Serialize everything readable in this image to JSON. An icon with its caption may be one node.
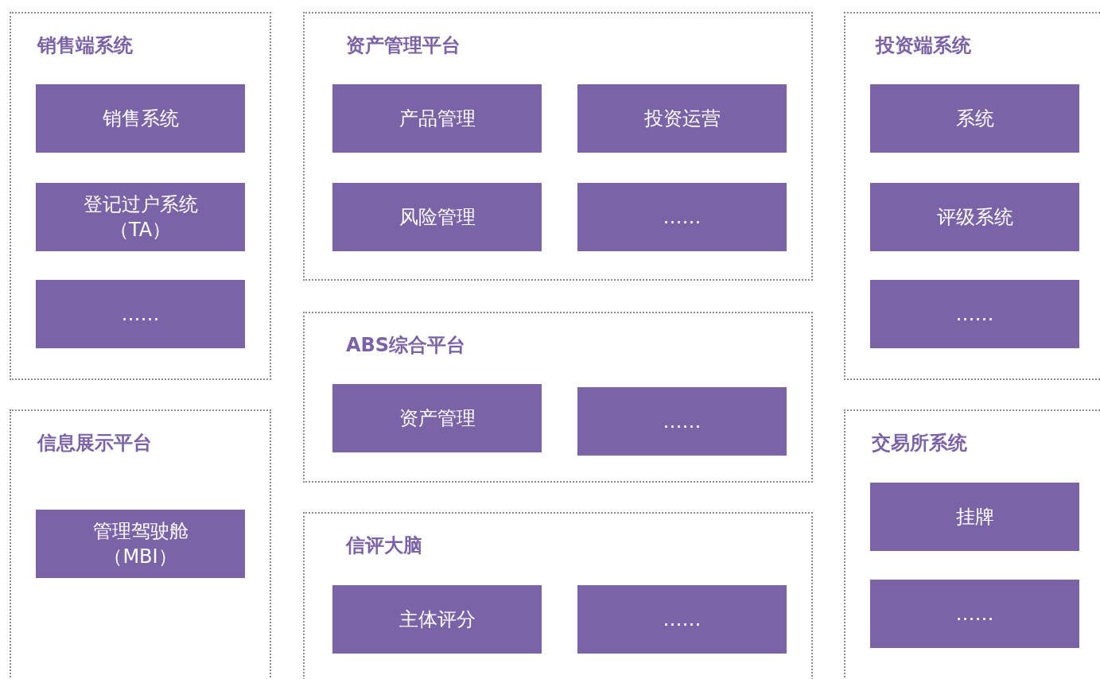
{
  "diagram": {
    "nodes": [
      {
        "text": [
          "销售端系统"
        ]
      },
      {
        "text": [
          "销售系统"
        ],
        "in": 0
      },
      {
        "text": [
          "登记过户系统（TA）"
        ],
        "in": 0
      },
      {
        "text": [
          "……"
        ],
        "in": 0
      },
      {
        "text": [
          "信息展示平台"
        ]
      },
      {
        "text": [
          "管理驾驶舱（MBI）"
        ],
        "in": 4
      },
      {
        "text": [
          "资产管理平台"
        ]
      },
      {
        "text": [
          "产品管理"
        ],
        "in": 6
      },
      {
        "text": [
          "投资运营"
        ],
        "in": 6
      },
      {
        "text": [
          "风险管理"
        ],
        "in": 6
      },
      {
        "text": [
          "……"
        ],
        "in": 6
      },
      {
        "text": [
          "ABS综合平台"
        ]
      },
      {
        "text": [
          "资产管理"
        ],
        "in": 11
      },
      {
        "text": [
          "……"
        ],
        "in": 11
      },
      {
        "text": [
          "信评大脑"
        ]
      },
      {
        "text": [
          "主体评分"
        ],
        "in": 14
      },
      {
        "text": [
          "……"
        ],
        "in": 14
      },
      {
        "text": [
          "投资端系统"
        ]
      },
      {
        "text": [
          "系统"
        ],
        "in": 17
      },
      {
        "text": [
          "评级系统"
        ],
        "in": 17
      },
      {
        "text": [
          "……"
        ],
        "in": 17
      },
      {
        "text": [
          "交易所系统"
        ]
      },
      {
        "text": [
          "挂牌"
        ],
        "in": 21
      },
      {
        "text": [
          "……"
        ],
        "in": 21
      }
    ]
  }
}
